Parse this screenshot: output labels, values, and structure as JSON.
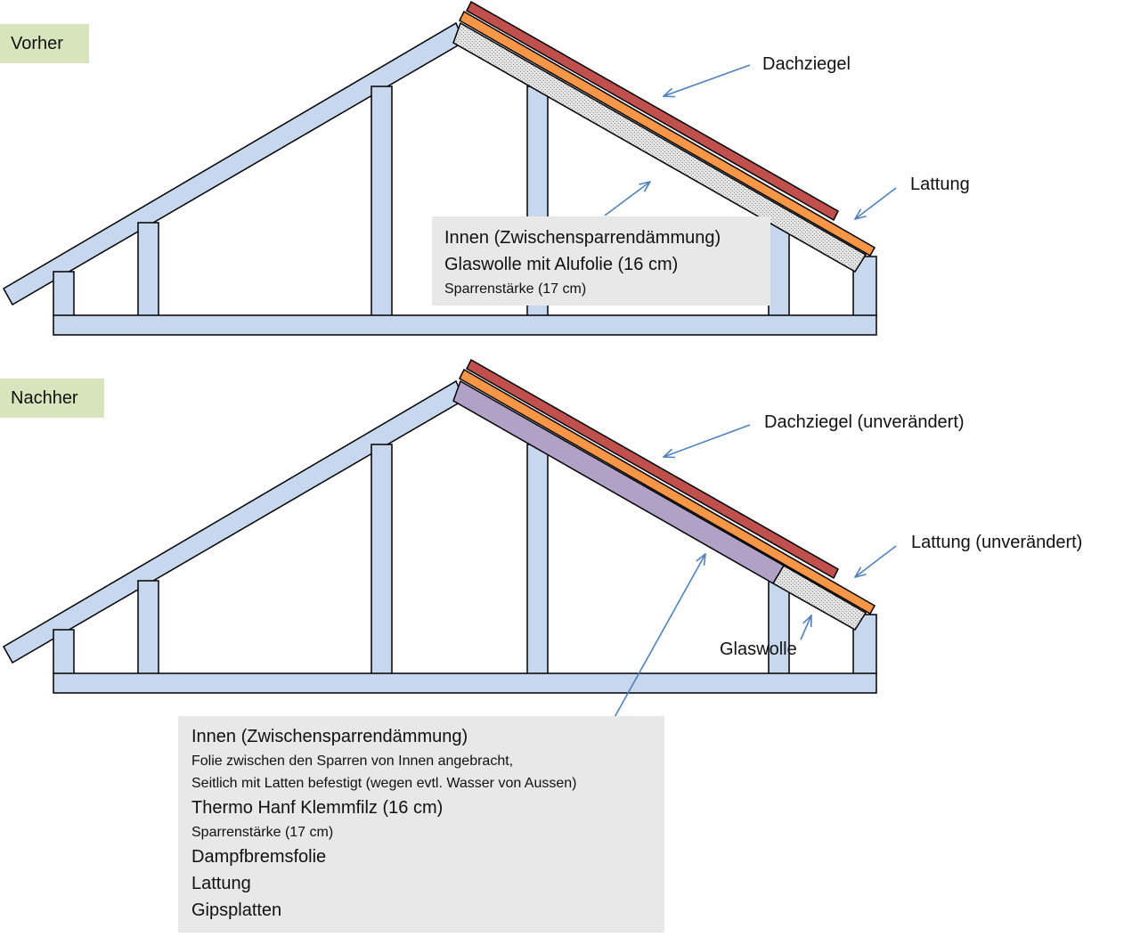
{
  "sections": {
    "before": {
      "tag": "Vorher"
    },
    "after": {
      "tag": "Nachher"
    }
  },
  "before_labels": {
    "tiles": "Dachziegel",
    "battens": "Lattung"
  },
  "before_box": {
    "line1": "Innen (Zwischensparrendämmung)",
    "line2": "Glaswolle mit Alufolie (16 cm)",
    "line3": "Sparrenstärke (17 cm)"
  },
  "after_labels": {
    "tiles": "Dachziegel (unverändert)",
    "battens": "Lattung (unverändert)",
    "glasswool": "Glaswolle"
  },
  "after_box": {
    "line1": "Innen (Zwischensparrendämmung)",
    "line2": "Folie zwischen den Sparren von Innen angebracht,",
    "line3": "Seitlich mit Latten befestigt (wegen evtl. Wasser von Aussen)",
    "line4": "Thermo Hanf Klemmfilz (16 cm)",
    "line5": "Sparrenstärke (17 cm)",
    "line6": "Dampfbremsfolie",
    "line7": "Lattung",
    "line8": "Gipsplatten"
  },
  "colors": {
    "timber": "#c6d7ee",
    "tiles": "#c0504d",
    "battens": "#f79646",
    "glasswool": "#d8d8d8",
    "hemp": "#b2a1c7",
    "arrow": "#4f81bd",
    "label_bg": "#d8e4bc",
    "box_bg": "#e8e8e8"
  }
}
